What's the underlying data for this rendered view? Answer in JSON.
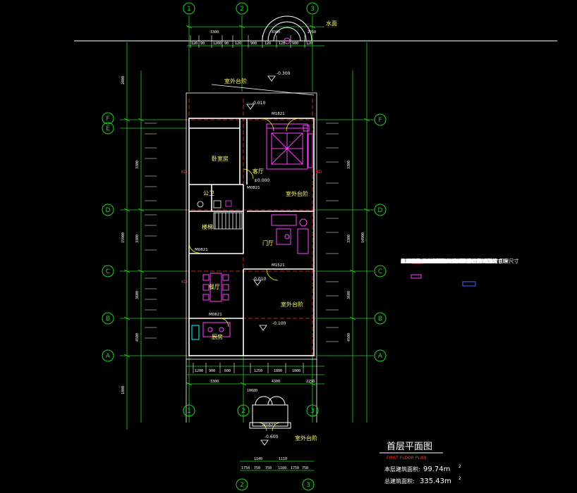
{
  "title": {
    "cn": "首层平面图",
    "en": "FIRST FLOOR PLAN"
  },
  "area": {
    "floor_label": "本层建筑面积:",
    "floor_value": "99.74m",
    "total_label": "总建筑面积:",
    "total_value": "335.43m",
    "unit_sup": "2"
  },
  "axes": {
    "top": [
      "1",
      "2",
      "3"
    ],
    "bottom_mid": [
      "1",
      "2",
      "3"
    ],
    "bottom": [
      "2",
      "3"
    ],
    "left": [
      "F",
      "E",
      "D",
      "C",
      "B",
      "A"
    ],
    "right": [
      "F",
      "D",
      "C",
      "B",
      "A"
    ]
  },
  "rooms": {
    "bedroom": "卧室房",
    "living": "客厅",
    "toilet": "公卫",
    "stair": "楼梯",
    "foyer": "门厅",
    "dining": "餐厅",
    "kitchen": "厨房",
    "pool": "水面",
    "balcony_top": "室外台阶",
    "terrace": "室外台阶",
    "platform": "室外台阶",
    "recess": "室外台阶"
  },
  "levels": {
    "living": "±0.000",
    "front": "-0.300",
    "upper": "-0.010",
    "dining_out": "-0.010",
    "kitchen_out": "-0.100",
    "entry": "-0.600"
  },
  "doors": [
    "M1821",
    "M0821",
    "M0821",
    "M1521",
    "M0821",
    "M1821"
  ],
  "dims": {
    "top_row": [
      "3300",
      "4300",
      "2250"
    ],
    "top_small": [
      "120",
      "90",
      "1200",
      "90",
      "120",
      "900",
      "120",
      "120",
      "900",
      "120"
    ],
    "left": [
      "2400",
      "3300",
      "3300",
      "3600",
      "4500",
      "15900",
      "1800"
    ],
    "right": [
      "3300",
      "3300",
      "3600",
      "4500",
      "14900"
    ],
    "bottom_row": [
      "3300",
      "4300",
      "2250"
    ],
    "bottom_total": [
      "10680"
    ],
    "bottom_small": [
      "1200",
      "900",
      "600",
      "1250",
      "1800",
      "1000"
    ],
    "entry_dims": [
      "1140",
      "1110"
    ],
    "entry_small": [
      "1750",
      "750",
      "750",
      "1160",
      "1750",
      "750"
    ]
  },
  "notes": [
    "1. [标注] 示意图平面为暖气设置位置,由甲方自理",
    "   图中所有尺寸均为毫米.",
    "   [标注] 为空调位置的图例   [标注] 示意",
    "   空调位置.",
    "2. KD1(KD1)     为空调 Φ75UPVC    外墙留",
    "   预留洞口    100   管中心标高",
    "   墙洞 100  中心标高  KD   中心标高  2.300    距",
    "   KD1  中心标高  200  H=2300   地面层 空调管",
    "   必穿过二层楼板位置预 空调管在墙内设置            尺寸",
    "   均为 500X1100   其中心距地面",
    "3. 专用配电箱 200   墙内设置为洞口,详见墙",
    "   100  墙中心距离地面.",
    "4. 平面门窗尺寸见门窗统计表,以门窗表为准     门窗尺寸",
    "   为 100   .",
    "5. 室外台阶,  踏步,  卫生间地面    30mm   ,坡度",
    "   50mm  , 坡向   1%  坡向地漏或室外."
  ],
  "colors": {
    "wall": "#ffffff",
    "grid": "#21d321",
    "dim": "#22cc22",
    "axis_line": "#ff3030",
    "furniture": "#ff40ff",
    "label": "#ffff66",
    "pool": "#ffffff",
    "door": "#ffff00"
  }
}
